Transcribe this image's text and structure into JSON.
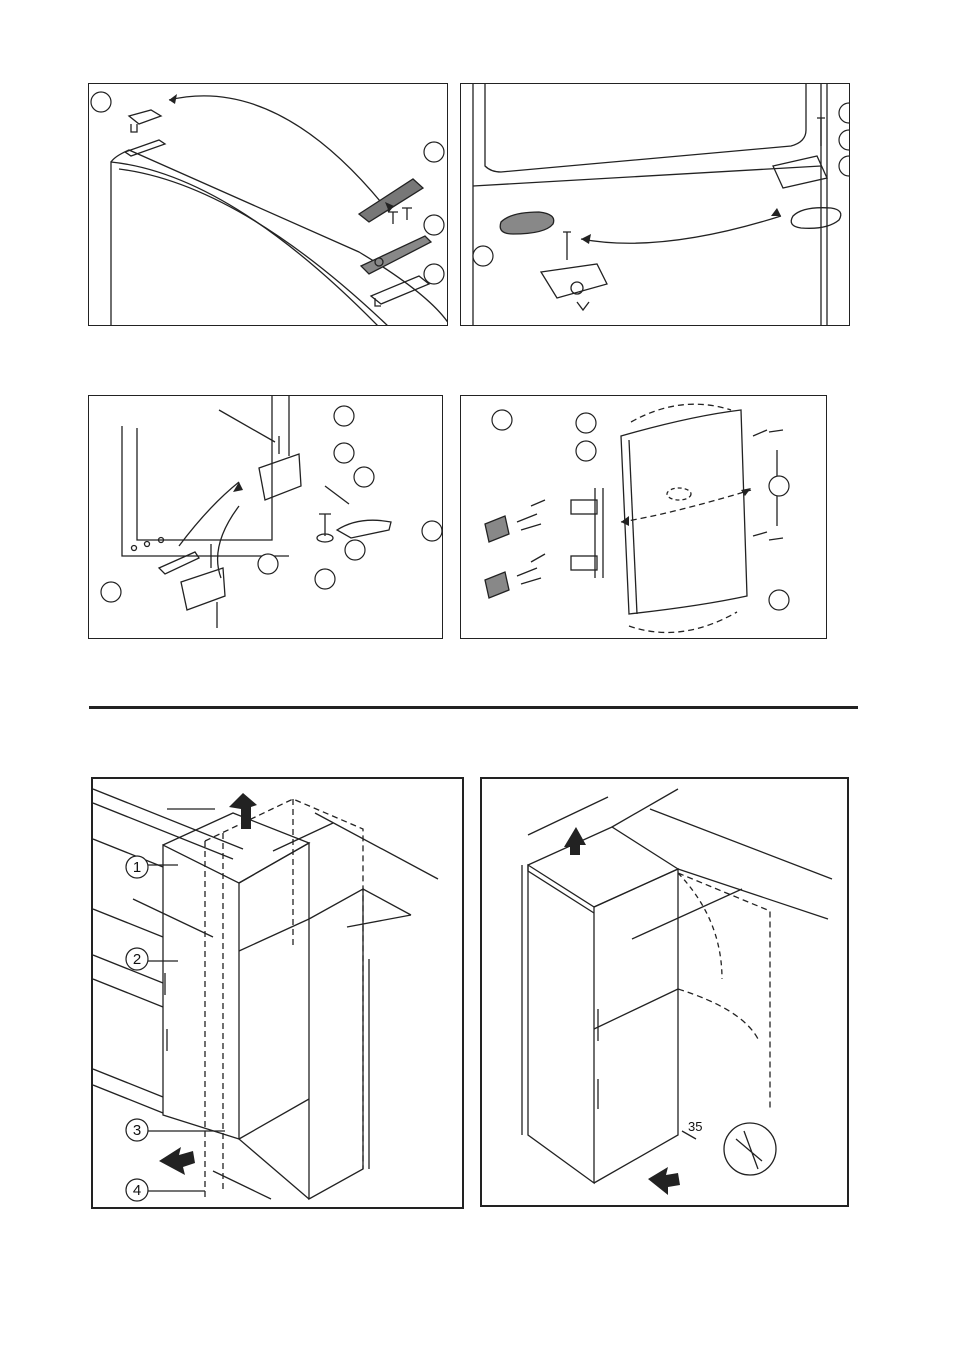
{
  "page": {
    "figure_labels": {
      "circled_1": "1",
      "circled_2": "2",
      "circled_3": "3",
      "circled_4": "4",
      "angle_label": "35"
    }
  }
}
